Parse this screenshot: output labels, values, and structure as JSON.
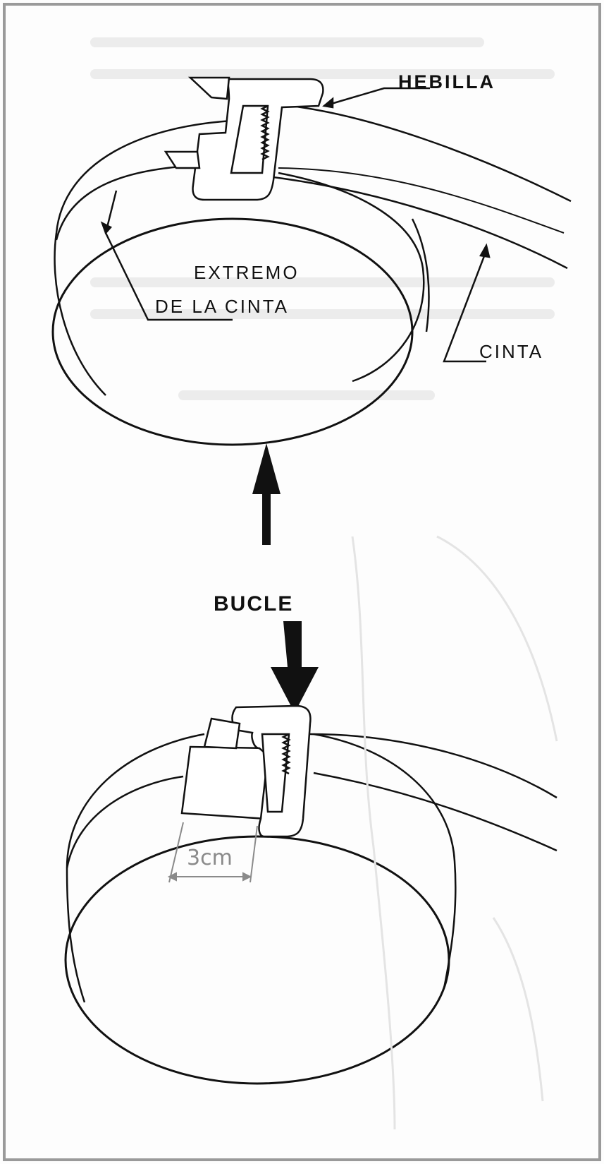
{
  "diagram": {
    "top": {
      "labels": {
        "buckle": "HEBILLA",
        "strap_end_line1": "EXTREMO",
        "strap_end_line2": "DE LA CINTA",
        "strap": "CINTA"
      }
    },
    "middle": {
      "loop_label": "BUCLE"
    },
    "bottom": {
      "dimension": "3cm"
    },
    "colors": {
      "ink": "#111111",
      "frame": "#9a9a9a",
      "paper": "#fdfdfd",
      "dimension": "#8a8a8a"
    }
  }
}
